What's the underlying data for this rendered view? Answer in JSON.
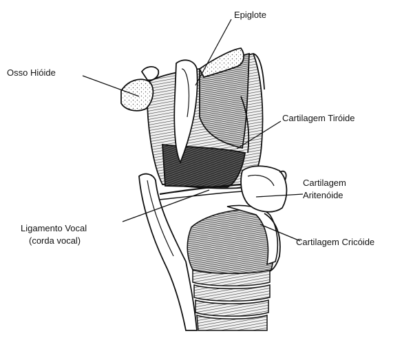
{
  "labels": {
    "epiglote": "Epiglote",
    "osso_hioide": "Osso Hióide",
    "cartilagem_tiroide": "Cartilagem Tiróide",
    "cartilagem_aritenoide_1": "Cartilagem",
    "cartilagem_aritenoide_2": "Aritenóide",
    "ligamento_vocal_1": "Ligamento Vocal",
    "ligamento_vocal_2": "(corda vocal)",
    "cartilagem_cricoide": "Cartilagem Cricóide"
  },
  "colors": {
    "ink": "#111111",
    "paper": "#ffffff",
    "shade": "#8a8a8a",
    "stipple": "#b5b5b5"
  }
}
